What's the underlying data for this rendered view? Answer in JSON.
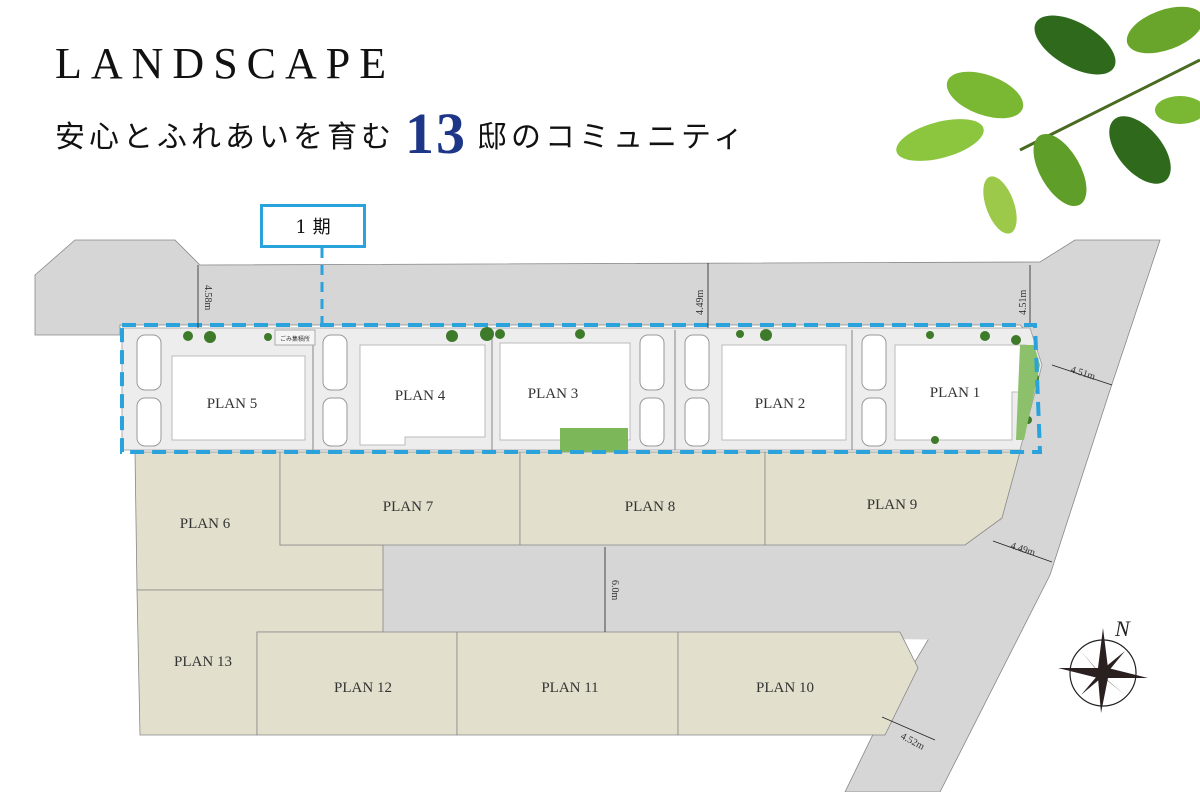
{
  "header": {
    "title": "LANDSCAPE",
    "subtitle_before": "安心とふれあいを育む",
    "subtitle_number": "13",
    "subtitle_after": "邸のコミュニティ"
  },
  "phase_label": "1 期",
  "plans": {
    "p1": "PLAN 1",
    "p2": "PLAN 2",
    "p3": "PLAN 3",
    "p4": "PLAN 4",
    "p5": "PLAN 5",
    "p6": "PLAN 6",
    "p7": "PLAN 7",
    "p8": "PLAN 8",
    "p9": "PLAN 9",
    "p10": "PLAN 10",
    "p11": "PLAN 11",
    "p12": "PLAN 12",
    "p13": "PLAN 13"
  },
  "facility": "ごみ集積所",
  "dimensions": {
    "d1": "4.58m",
    "d2": "4.49m",
    "d3": "4.51m",
    "d4": "4.51m",
    "d5": "4.49m",
    "d6": "6.0m",
    "d7": "4.52m"
  },
  "compass": "N",
  "colors": {
    "accent": "#2aa3dc",
    "number": "#1d3687",
    "lot": "#e2dfcc",
    "road": "#d4d4d4"
  }
}
